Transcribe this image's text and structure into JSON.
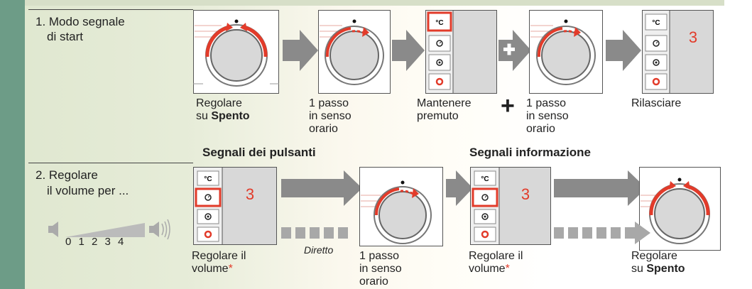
{
  "section1": {
    "label_line1": "1. Modo segnale",
    "label_line2": "di start",
    "captions": {
      "c1_line1": "Regolare",
      "c1_line2_prefix": "su ",
      "c1_line2_bold": "Spento",
      "c2_line1": "1 passo",
      "c2_line2": "in senso",
      "c2_line3": "orario",
      "c3_line1": "Mantenere",
      "c3_line2": "premuto",
      "plus": "+",
      "c4_line1": "1 passo",
      "c4_line2": "in senso",
      "c4_line3": "orario",
      "c5_line1": "Rilasciare"
    }
  },
  "section2": {
    "label_line1": "2. Regolare",
    "label_line2": "il volume per ...",
    "volume_scale": "0 1 2 3 4",
    "title_buttons": "Segnali dei pulsanti",
    "title_info": "Segnali informazione",
    "direct_label": "Diretto",
    "captions": {
      "c1_line1": "Regolare il",
      "c1_line2": "volume",
      "asterisk": "*",
      "c2_line1": "1 passo",
      "c2_line2": "in senso",
      "c2_line3": "orario",
      "c3_line1": "Regolare il",
      "c3_line2": "volume",
      "c4_line1": "Regolare",
      "c4_line2_prefix": "su ",
      "c4_line2_bold": "Spento"
    }
  },
  "display_digit": "3",
  "button_labels": {
    "temp": "°C"
  },
  "colors": {
    "accent_red": "#e23b2a",
    "arrow_gray": "#8a8a8a",
    "sidebar": "#6d9c87"
  }
}
